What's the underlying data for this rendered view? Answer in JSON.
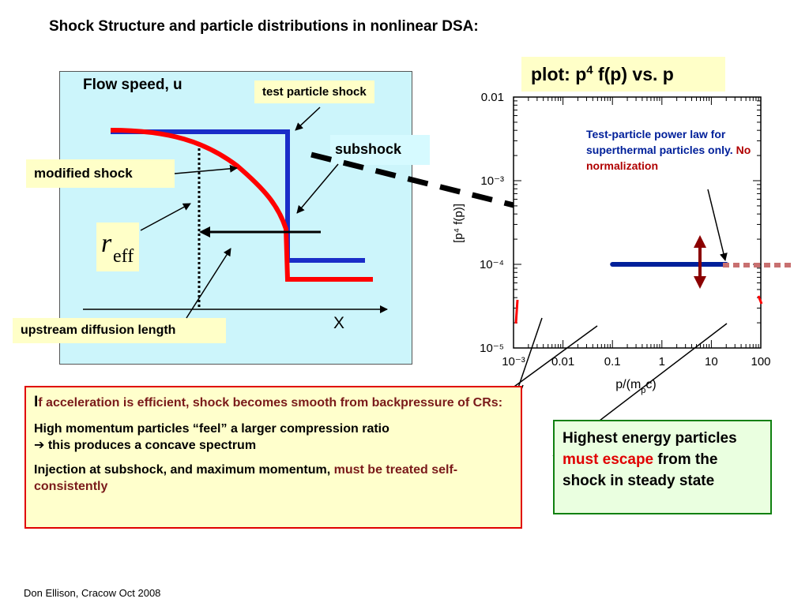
{
  "title": "Shock Structure and particle distributions in nonlinear DSA:",
  "flow_panel": {
    "title": "Flow speed, u",
    "test_particle_shock": "test particle shock",
    "subshock": "subshock",
    "modified_shock": "modified shock",
    "reff_r": "r",
    "reff_sub": "eff",
    "upstream_diffusion_length": "upstream diffusion length",
    "x_axis": "X"
  },
  "plot": {
    "caption_pre": "plot:  p",
    "caption_sup": "4",
    "caption_post": " f(p) vs. p",
    "tp_text": "Test-particle power law for superthermal particles only.",
    "tp_text_red": "No normalization",
    "colors": {
      "test_particle": "#00209a",
      "nonlinear": "#e00000",
      "arrow": "#8b0000"
    }
  },
  "chart_data": {
    "type": "line",
    "xlabel": "p/(m",
    "xlabel_sub": "p",
    "xlabel_end": "c)",
    "ylabel": "[p⁴ f(p)]",
    "x_ticks": [
      "10⁻³",
      "0.01",
      "0.1",
      "1",
      "10",
      "100"
    ],
    "y_ticks": [
      "0.01",
      "10⁻³",
      "10⁻⁴",
      "10⁻⁵"
    ],
    "xlim": [
      0.001,
      100
    ],
    "ylim": [
      1e-05,
      0.01
    ],
    "log_x": true,
    "log_y": true,
    "series": [
      {
        "x": [
          0.1,
          20
        ],
        "y": [
          0.0001,
          0.0001
        ]
      }
    ]
  },
  "accel_box": {
    "line1_i": "I",
    "line1": "f acceleration is efficient, shock becomes smooth from backpressure of CRs:",
    "line2": "High momentum particles “feel” a larger compression ratio",
    "line2b": "➔  this produces a concave spectrum",
    "line3": "Injection at subshock, and maximum momentum, ",
    "line3_brown": "must be treated self-consistently"
  },
  "highest_box": {
    "pre": "Highest energy particles ",
    "red": "must escape",
    "post": " from the shock in steady state"
  },
  "footer": "Don Ellison, Cracow Oct 2008"
}
